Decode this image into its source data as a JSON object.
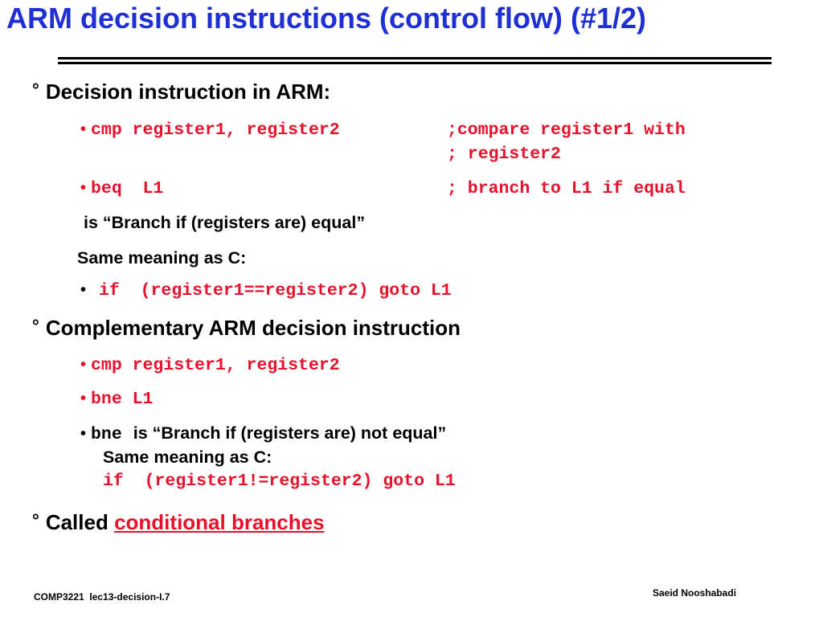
{
  "title": "ARM decision instructions (control flow) (#1/2)",
  "bullet_glyph": "°",
  "dot_glyph": "•",
  "section1": {
    "heading": "Decision instruction in ARM:",
    "code1": "cmp register1, register2",
    "comment1a": ";compare register1 with",
    "comment1b": "; register2",
    "code2": "beq  L1",
    "comment2": "; branch to L1 if equal",
    "explain": "is “Branch if (registers are) equal”",
    "same_meaning": "Same meaning as C:",
    "c_code": "if  (register1==register2) goto L1"
  },
  "section2": {
    "heading": "Complementary ARM decision instruction",
    "code1": "cmp register1, register2",
    "code2": "bne L1",
    "bne_keyword": "bne",
    "explain": "is “Branch if (registers are) not equal”",
    "same_meaning": "Same meaning as C:",
    "c_code": "if  (register1!=register2) goto L1"
  },
  "section3": {
    "prefix": "Called",
    "highlight": "conditional branches"
  },
  "footer": {
    "left": "COMP3221  lec13-decision-I.7",
    "right": "Saeid Nooshabadi"
  },
  "colors": {
    "title": "#1f2fd6",
    "code": "#e8102a",
    "text": "#000000"
  }
}
